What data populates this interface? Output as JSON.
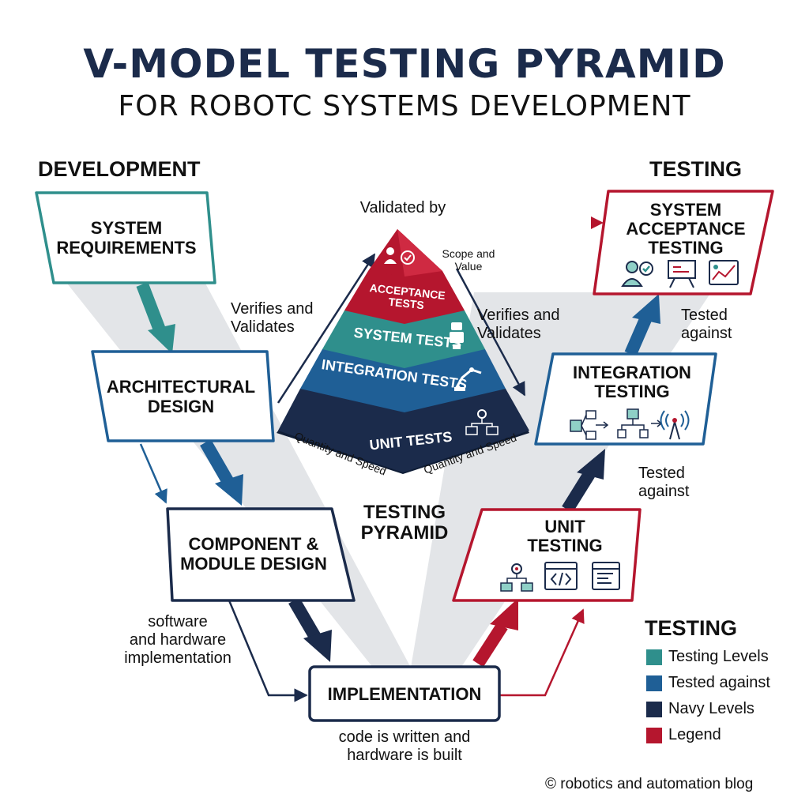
{
  "title": "V-MODEL TESTING PYRAMID",
  "subtitle": "FOR ROBOTC SYSTEMS DEVELOPMENT",
  "columns": {
    "development": "DEVELOPMENT",
    "testing": "TESTING"
  },
  "development_boxes": [
    {
      "line1": "SYSTEM",
      "line2": "REQUIREMENTS"
    },
    {
      "line1": "ARCHITECTURAL",
      "line2": "DESIGN"
    },
    {
      "line1": "COMPONENT &",
      "line2": "MODULE DESIGN"
    }
  ],
  "implementation": {
    "label": "IMPLEMENTATION",
    "note_line1": "code is written and",
    "note_line2": "hardware is built"
  },
  "testing_boxes": [
    {
      "line1": "SYSTEM",
      "line2": "ACCEPTANCE",
      "line3": "TESTING"
    },
    {
      "line1": "INTEGRATION",
      "line2": "TESTING"
    },
    {
      "line1": "UNIT",
      "line2": "TESTING"
    }
  ],
  "connectors": {
    "validated_by": "Validated by",
    "verifies_left_1": "Verifies and",
    "verifies_left_2": "Validates",
    "verifies_right_1": "Verifies and",
    "verifies_right_2": "Validates",
    "tested_against_1a": "Tested",
    "tested_against_1b": "against",
    "tested_against_2a": "Tested",
    "tested_against_2b": "against",
    "sw_hw_1": "software",
    "sw_hw_2": "and hardware",
    "sw_hw_3": "implementation"
  },
  "pyramid": {
    "levels": [
      "ACCEPTANCE",
      "TESTS",
      "SYSTEM",
      "TESTS",
      "INTEGRATION",
      "TESTS",
      "UNIT",
      "TESTS"
    ],
    "scope_1": "Scope and",
    "scope_2": "Value",
    "quantity_left": "Quantity and Speed",
    "quantity_right": "Quantity and Speed",
    "caption_1": "TESTING",
    "caption_2": "PYRAMID"
  },
  "legend": {
    "title": "TESTING",
    "items": [
      {
        "label": "Testing Levels",
        "color": "#2f8f8c"
      },
      {
        "label": "Tested against",
        "color": "#1f5f96"
      },
      {
        "label": "Navy Levels",
        "color": "#1b2b4b"
      },
      {
        "label": "Legend",
        "color": "#b5162e"
      }
    ]
  },
  "footer": "© robotics and automation blog",
  "colors": {
    "teal": "#2f8f8c",
    "blue": "#1f5f96",
    "navy": "#1b2b4b",
    "red": "#b5162e",
    "band": "#e3e5e8"
  }
}
